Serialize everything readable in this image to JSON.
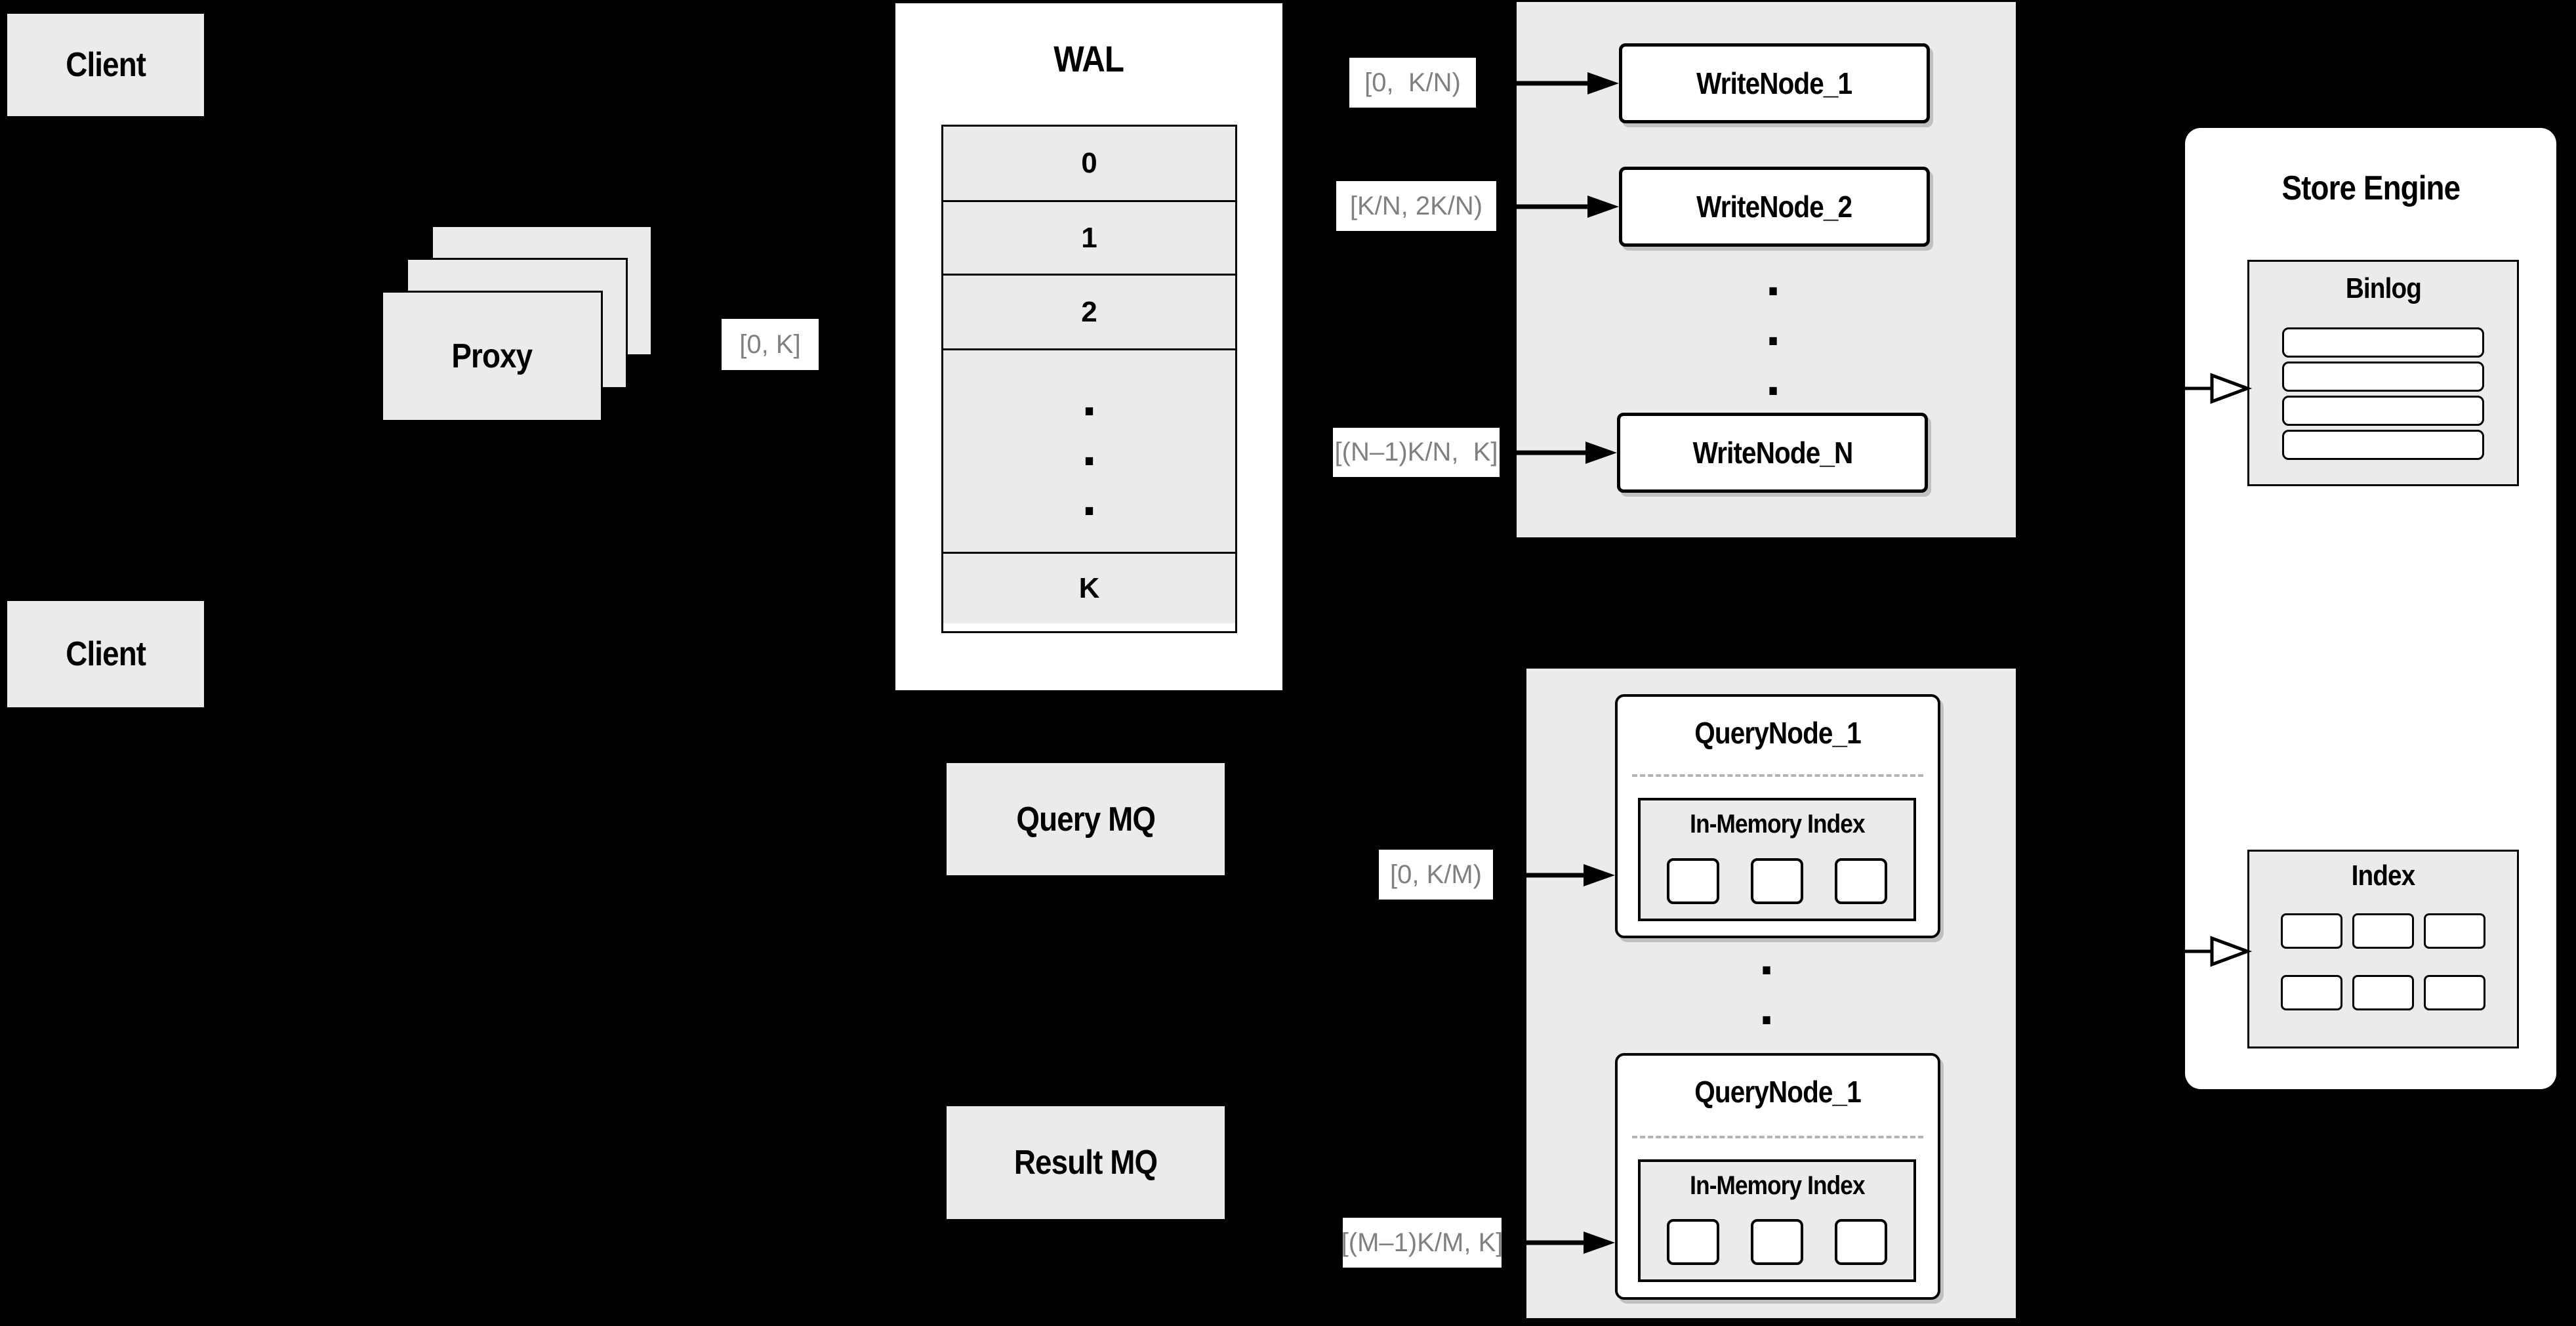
{
  "colors": {
    "background": "#000000",
    "panel_gray": "#ebebeb",
    "box_white": "#ffffff",
    "border": "#000000",
    "range_label_text": "#808080"
  },
  "client_top": {
    "label": "Client"
  },
  "client_bottom": {
    "label": "Client"
  },
  "proxy": {
    "label": "Proxy"
  },
  "wal": {
    "title": "WAL",
    "row0": "0",
    "row1": "1",
    "row2": "2",
    "rowK": "K"
  },
  "mq": {
    "query": "Query MQ",
    "result": "Result MQ"
  },
  "write_group": {
    "node1": "WriteNode_1",
    "node2": "WriteNode_2",
    "nodeN": "WriteNode_N"
  },
  "query_group": {
    "top_title": "QueryNode_1",
    "top_index_title": "In-Memory Index",
    "bottom_title": "QueryNode_1",
    "bottom_index_title": "In-Memory Index"
  },
  "store_engine": {
    "title": "Store Engine",
    "binlog_title": "Binlog",
    "index_title": "Index"
  },
  "ranges": {
    "proxy_out": "[0, K]",
    "write1": "[0,  K/N)",
    "write2": "[K/N, 2K/N)",
    "writeN": "[(N–1)K/N,  K]",
    "query_top": "[0, K/M)",
    "query_bottom": "[(M–1)K/M, K]"
  },
  "glyphs": {
    "dot": "."
  }
}
